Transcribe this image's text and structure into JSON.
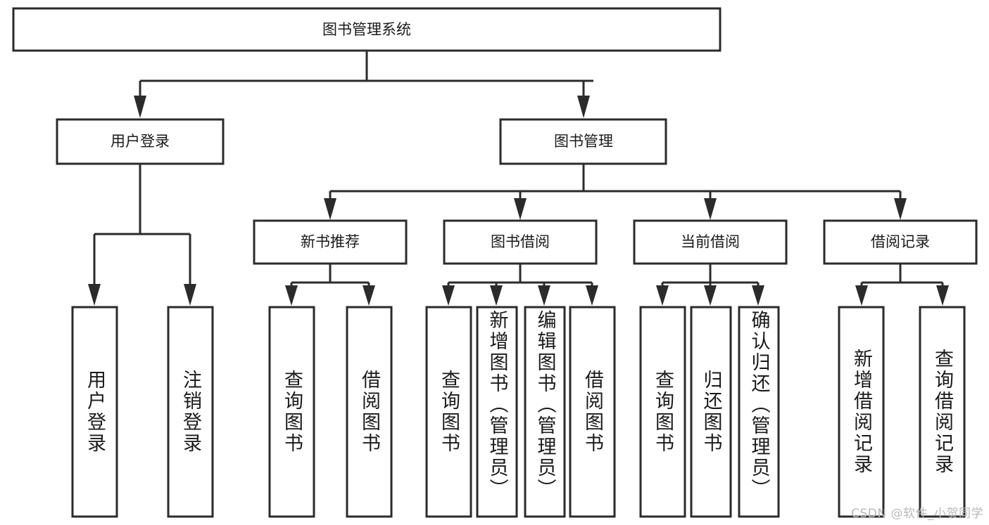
{
  "diagram": {
    "title": "图书管理系统",
    "type": "hierarchy-tree",
    "root": {
      "id": "root",
      "label": "图书管理系统",
      "orientation": "horizontal"
    },
    "level2": [
      {
        "id": "user-login",
        "label": "用户登录",
        "orientation": "horizontal"
      },
      {
        "id": "book-manage",
        "label": "图书管理",
        "orientation": "horizontal"
      }
    ],
    "level3": [
      {
        "id": "new-book-recommend",
        "label": "新书推荐",
        "orientation": "horizontal",
        "parent": "book-manage"
      },
      {
        "id": "book-borrow",
        "label": "图书借阅",
        "orientation": "horizontal",
        "parent": "book-manage"
      },
      {
        "id": "current-borrow",
        "label": "当前借阅",
        "orientation": "horizontal",
        "parent": "book-manage"
      },
      {
        "id": "borrow-record",
        "label": "借阅记录",
        "orientation": "horizontal",
        "parent": "book-manage"
      }
    ],
    "leaves": [
      {
        "id": "leaf-user-login",
        "label": "用户登录",
        "orientation": "vertical",
        "parent": "user-login"
      },
      {
        "id": "leaf-user-logout",
        "label": "注销登录",
        "orientation": "vertical",
        "parent": "user-login"
      },
      {
        "id": "leaf-query-book-1",
        "label": "查询图书",
        "orientation": "vertical",
        "parent": "new-book-recommend"
      },
      {
        "id": "leaf-borrow-book-1",
        "label": "借阅图书",
        "orientation": "vertical",
        "parent": "new-book-recommend"
      },
      {
        "id": "leaf-query-book-2",
        "label": "查询图书",
        "orientation": "vertical",
        "parent": "book-borrow"
      },
      {
        "id": "leaf-add-book",
        "label": "新增图书（管理员）",
        "orientation": "vertical",
        "parent": "book-borrow"
      },
      {
        "id": "leaf-edit-book",
        "label": "编辑图书（管理员）",
        "orientation": "vertical",
        "parent": "book-borrow"
      },
      {
        "id": "leaf-borrow-book-2",
        "label": "借阅图书",
        "orientation": "vertical",
        "parent": "book-borrow"
      },
      {
        "id": "leaf-query-book-3",
        "label": "查询图书",
        "orientation": "vertical",
        "parent": "current-borrow"
      },
      {
        "id": "leaf-return-book",
        "label": "归还图书",
        "orientation": "vertical",
        "parent": "current-borrow"
      },
      {
        "id": "leaf-confirm-return",
        "label": "确认归还（管理员）",
        "orientation": "vertical",
        "parent": "current-borrow"
      },
      {
        "id": "leaf-add-record",
        "label": "新增借阅记录",
        "orientation": "vertical",
        "parent": "borrow-record"
      },
      {
        "id": "leaf-query-record",
        "label": "查询借阅记录",
        "orientation": "vertical",
        "parent": "borrow-record"
      }
    ]
  },
  "watermark": {
    "text": "CSDN @软件_小贺同学"
  },
  "colors": {
    "stroke": "#2b2b2b",
    "box_fill": "#ffffff",
    "text": "#1a1a1a",
    "background": "#ffffff",
    "watermark": "#b9b9b9"
  }
}
